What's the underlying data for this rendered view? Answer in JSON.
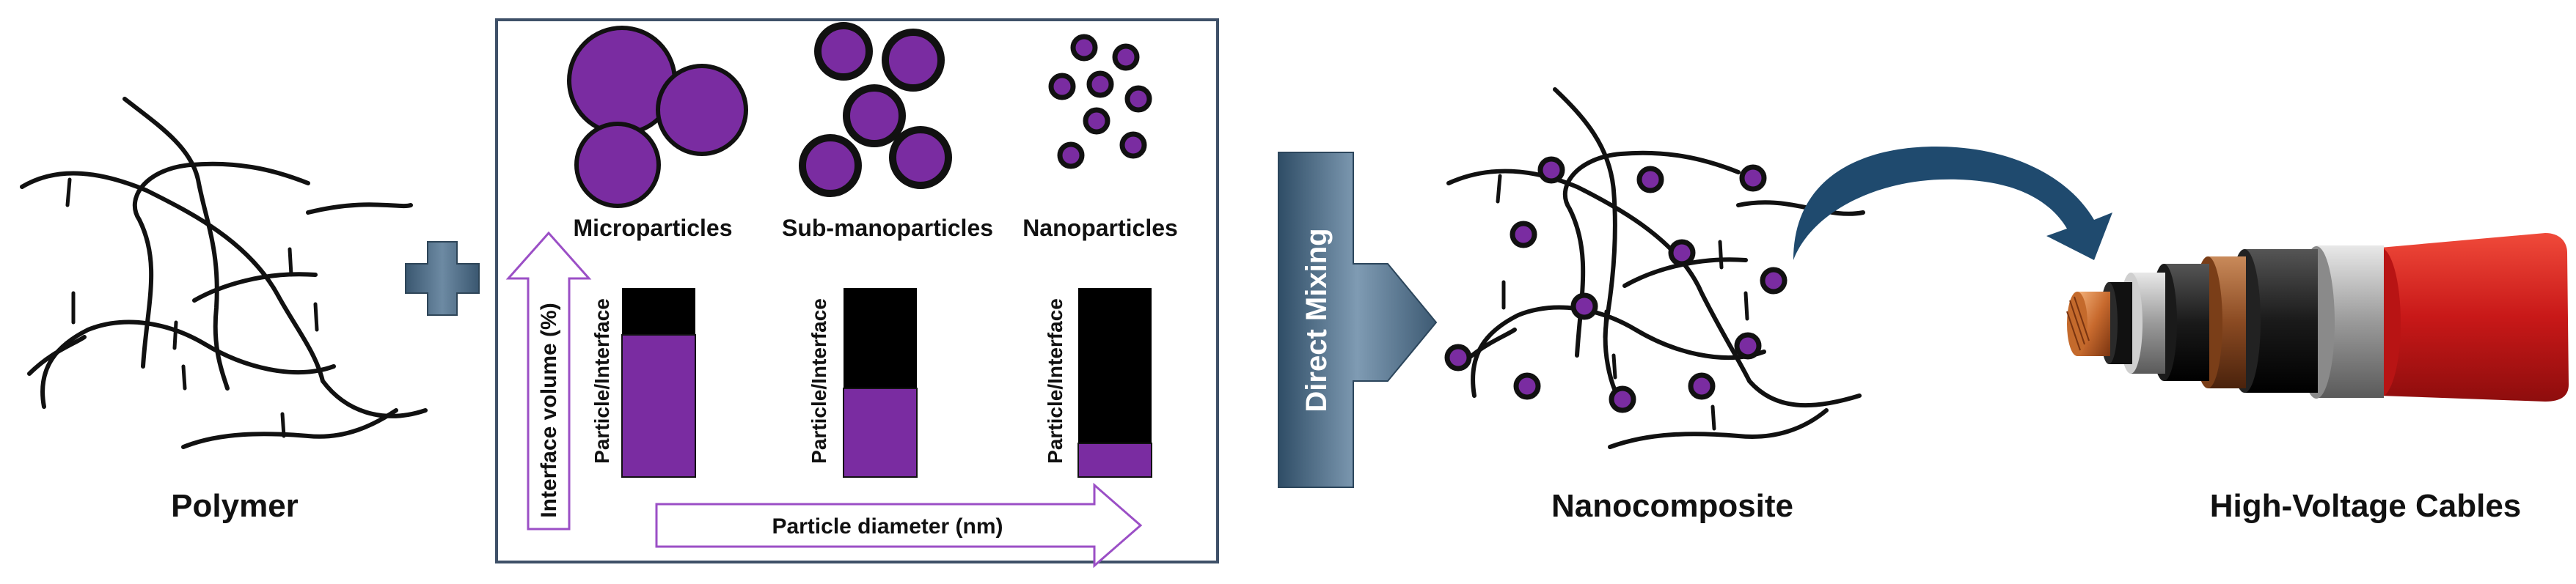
{
  "labels": {
    "polymer": "Polymer",
    "microparticles": "Microparticles",
    "sub_microparticles": "Sub-manoparticles",
    "nanoparticles": "Nanoparticles",
    "interface_volume_axis": "Interface volume (%)",
    "particle_diameter_axis": "Particle diameter (nm)",
    "bar_label_micro": "Particle/Interface",
    "bar_label_sub": "Particle/Interface",
    "bar_label_nano": "Particle/Interface",
    "direct_mixing": "Direct Mixing",
    "nanocomposite": "Nanocomposite",
    "cables": "High-Voltage Cables"
  },
  "bars": [
    {
      "particle_fraction": 0.75
    },
    {
      "particle_fraction": 0.47
    },
    {
      "particle_fraction": 0.18
    }
  ],
  "colors": {
    "particle": "#7a2ca1",
    "interface": "#000000",
    "arrow_outline": "#9b4fc6",
    "steel": "#4b6780",
    "cable_red": "#d42020"
  },
  "icons": {
    "plus": "plus-icon",
    "direct_mixing_arrow": "direct-mixing-arrow-icon",
    "curved_arrow": "curved-arrow-icon",
    "cable": "high-voltage-cable-icon"
  }
}
